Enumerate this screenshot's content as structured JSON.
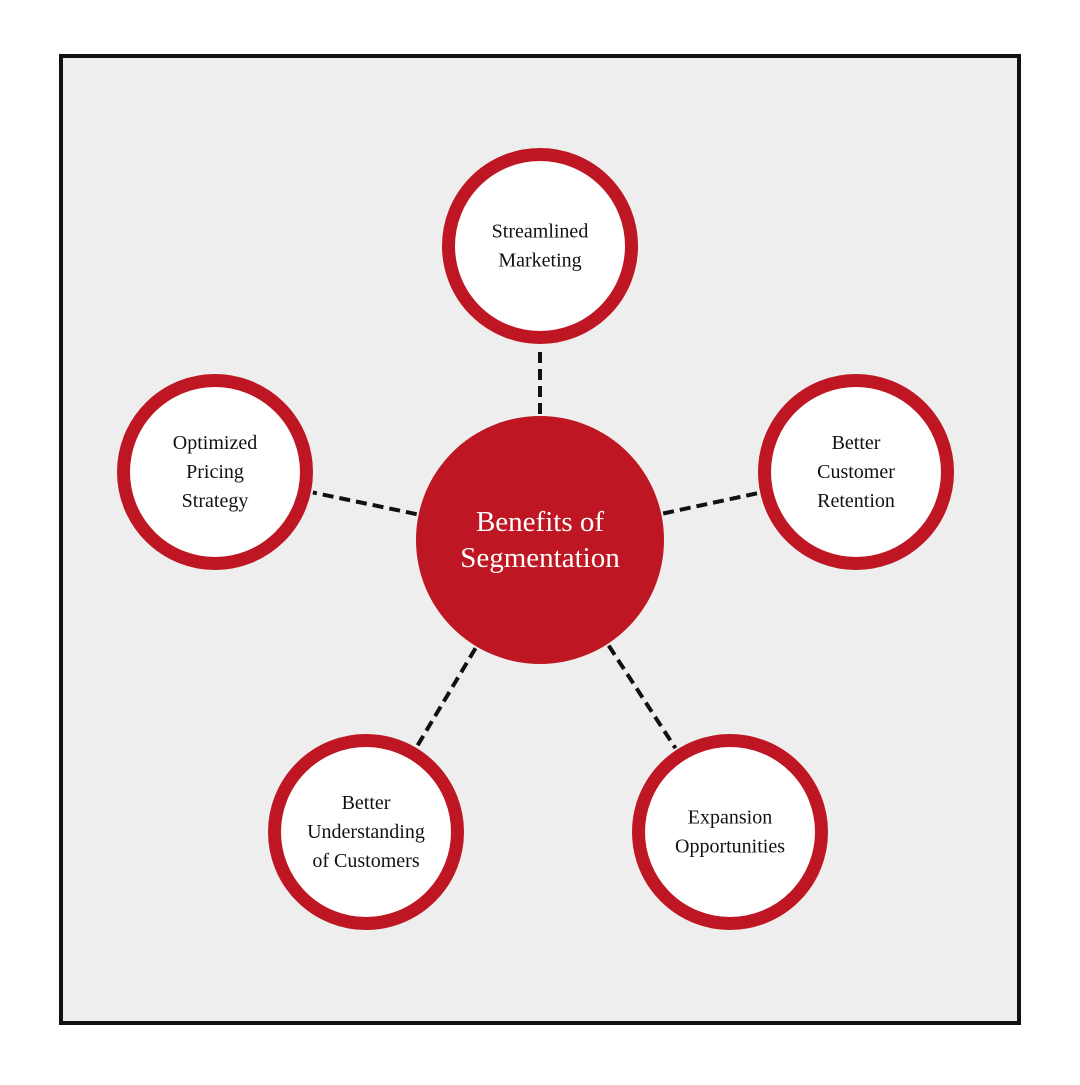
{
  "diagram": {
    "center": {
      "lines": [
        "Benefits of",
        "Segmentation"
      ]
    },
    "satellites": [
      {
        "id": "streamlined-marketing",
        "lines": [
          "Streamlined",
          "Marketing"
        ]
      },
      {
        "id": "better-customer-retention",
        "lines": [
          "Better",
          "Customer",
          "Retention"
        ]
      },
      {
        "id": "expansion-opportunities",
        "lines": [
          "Expansion",
          "Opportunities"
        ]
      },
      {
        "id": "better-understanding-of-customers",
        "lines": [
          "Better",
          "Understanding",
          "of Customers"
        ]
      },
      {
        "id": "optimized-pricing-strategy",
        "lines": [
          "Optimized",
          "Pricing",
          "Strategy"
        ]
      }
    ]
  },
  "colors": {
    "background": "#ffffff",
    "panel": "#eeeeee",
    "frame": "#111111",
    "accent": "#be1622",
    "satellite_fill": "#ffffff",
    "satellite_text": "#111111",
    "center_text": "#ffffff",
    "connector": "#111111"
  }
}
